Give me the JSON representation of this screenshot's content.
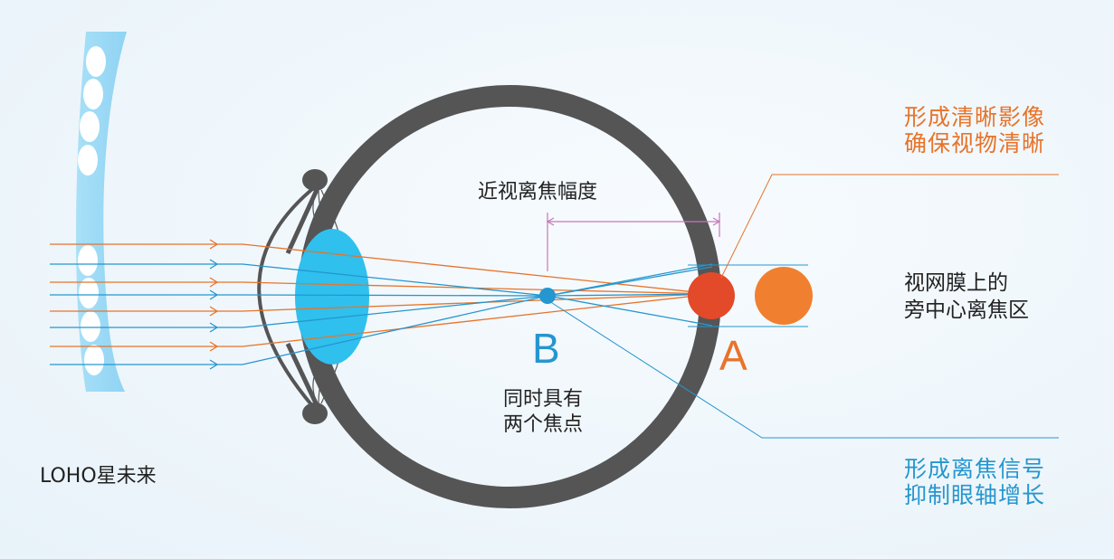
{
  "colors": {
    "eye_wall": "#555556",
    "lens": "#2fc0ee",
    "orange": "#e8732a",
    "blue": "#2596cf",
    "focus_A": "#e24a2a",
    "retina_peripheral": "#f08030",
    "spectacle_lens": "#a4ddf5",
    "dimension_line": "#c776b8"
  },
  "labels": {
    "myopic_defocus": "近视离焦幅度",
    "point_b": "B",
    "point_a": "A",
    "two_focal_points_line1": "同时具有",
    "two_focal_points_line2": "两个焦点",
    "clear_image_line1": "形成清晰影像",
    "clear_image_line2": "确保视物清晰",
    "peripheral_defocus_line1": "视网膜上的",
    "peripheral_defocus_line2": "旁中心离焦区",
    "defocus_signal_line1": "形成离焦信号",
    "defocus_signal_line2": "抑制眼轴增长",
    "brand": "LOHO星未来"
  }
}
